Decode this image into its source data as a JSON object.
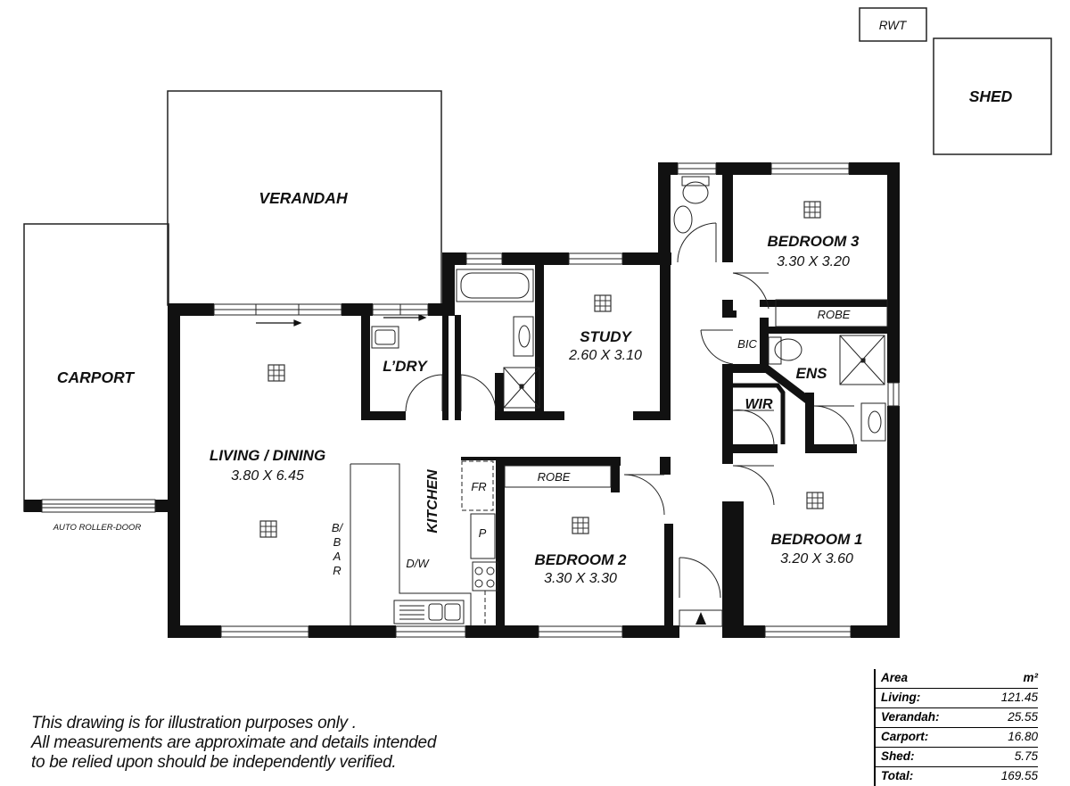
{
  "rooms": {
    "verandah": {
      "name": "VERANDAH"
    },
    "carport": {
      "name": "CARPORT"
    },
    "shed": {
      "name": "SHED"
    },
    "rwt": {
      "name": "RWT"
    },
    "living": {
      "name": "LIVING / DINING",
      "size": "3.80 X 6.45"
    },
    "laundry": {
      "name": "L’DRY"
    },
    "study": {
      "name": "STUDY",
      "size": "2.60 X 3.10"
    },
    "kitchen": {
      "name": "KITCHEN"
    },
    "bedroom1": {
      "name": "BEDROOM 1",
      "size": "3.20 X 3.60"
    },
    "bedroom2": {
      "name": "BEDROOM 2",
      "size": "3.30 X 3.30"
    },
    "bedroom3": {
      "name": "BEDROOM 3",
      "size": "3.30 X 3.20"
    },
    "ens": {
      "name": "ENS"
    },
    "wir": {
      "name": "WIR"
    },
    "bic": {
      "name": "BIC"
    }
  },
  "fixtures": {
    "robe_bed3": "ROBE",
    "robe_bed2": "ROBE",
    "fridge": "FR",
    "pantry": "P",
    "dishwasher": "D/W",
    "bbar": [
      "B/",
      "B",
      "A",
      "R"
    ],
    "roller_door": "AUTO ROLLER-DOOR"
  },
  "disclaimer": [
    "This drawing is for illustration purposes only .",
    "All measurements are approximate and details intended",
    "to be relied upon should be independently verified."
  ],
  "area_table": {
    "header": "Area",
    "unit": "m²",
    "rows": [
      {
        "label": "Living:",
        "value": "121.45"
      },
      {
        "label": "Verandah:",
        "value": "25.55"
      },
      {
        "label": "Carport:",
        "value": "16.80"
      },
      {
        "label": "Shed:",
        "value": "5.75"
      }
    ],
    "total": {
      "label": "Total:",
      "value": "169.55"
    }
  }
}
